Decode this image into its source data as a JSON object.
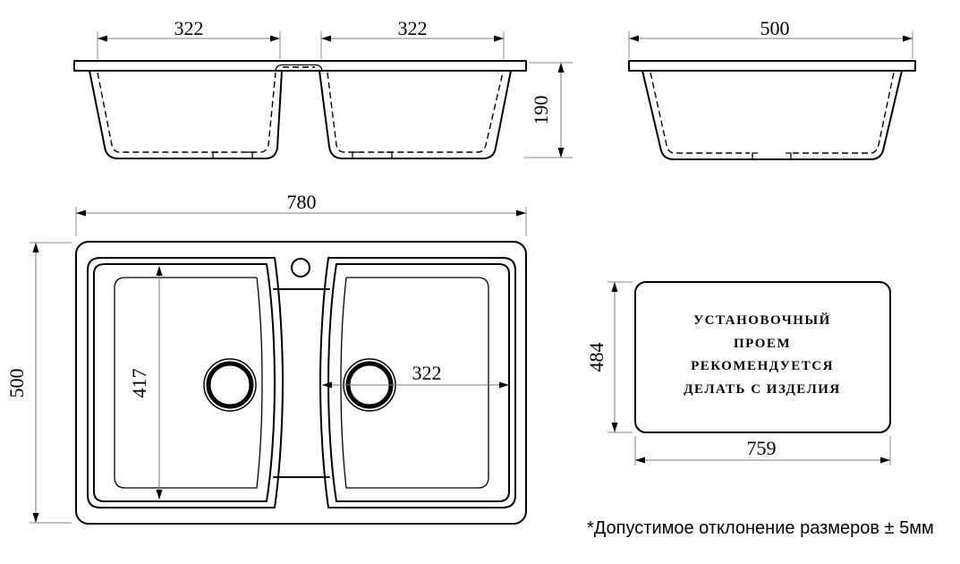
{
  "front_view": {
    "left_bowl_width": "322",
    "right_bowl_width": "322",
    "height": "190"
  },
  "side_view": {
    "width": "500"
  },
  "plan_view": {
    "overall_width": "780",
    "overall_depth": "500",
    "bowl_length": "417",
    "bowl_width": "322"
  },
  "cutout": {
    "height": "484",
    "width": "759",
    "note_lines": [
      "УСТАНОВОЧНЫЙ",
      "ПРОЕМ",
      "РЕКОМЕНДУЕТСЯ",
      "ДЕЛАТЬ С ИЗДЕЛИЯ"
    ]
  },
  "footnote": "*Допустимое отклонение размеров ± 5мм",
  "colors": {
    "line": "#000000",
    "dim_line": "#7a7a7a",
    "background": "#ffffff"
  }
}
